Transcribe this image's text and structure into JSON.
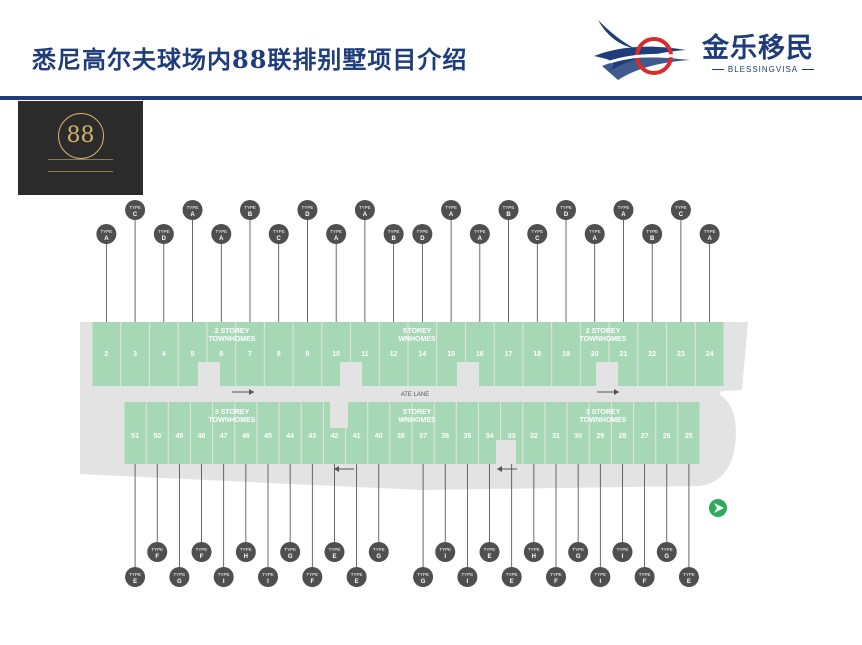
{
  "header": {
    "title": "悉尼高尔夫球场内88联排别墅项目介绍",
    "logo_cn": "金乐移民",
    "logo_en": "BLESSINGVISA"
  },
  "thumbnail": {
    "number": "88"
  },
  "site_plan": {
    "lane_label": "ATE LANE",
    "type_word": "TYPE",
    "colors": {
      "lot": "#a6d8b6",
      "road": "#e3e3e3",
      "pin": "#4f4f4f",
      "pin_text": "#ffffff",
      "lot_text": "#ffffff",
      "compass": "#2eaa5c"
    },
    "top_row": {
      "lots": [
        "2",
        "3",
        "4",
        "5",
        "6",
        "7",
        "8",
        "9",
        "10",
        "11",
        "12",
        "14",
        "15",
        "16",
        "17",
        "18",
        "19",
        "20",
        "21",
        "22",
        "23",
        "24"
      ],
      "labels": [
        {
          "line1": "2 STOREY",
          "line2": "TOWNHOMES"
        },
        {
          "line1": "STOREY",
          "line2": "WNHOMES"
        },
        {
          "line1": "2 STOREY",
          "line2": "TOWNHOMES"
        }
      ],
      "pins": [
        {
          "lot": "2",
          "type": "A",
          "tier": "low"
        },
        {
          "lot": "3",
          "type": "C",
          "tier": "high"
        },
        {
          "lot": "4",
          "type": "D",
          "tier": "low"
        },
        {
          "lot": "5",
          "type": "A",
          "tier": "high"
        },
        {
          "lot": "6",
          "type": "A",
          "tier": "low"
        },
        {
          "lot": "7",
          "type": "B",
          "tier": "high"
        },
        {
          "lot": "8",
          "type": "C",
          "tier": "low"
        },
        {
          "lot": "9",
          "type": "D",
          "tier": "high"
        },
        {
          "lot": "10",
          "type": "A",
          "tier": "low"
        },
        {
          "lot": "11",
          "type": "A",
          "tier": "high"
        },
        {
          "lot": "12",
          "type": "B",
          "tier": "low"
        },
        {
          "lot": "14",
          "type": "D",
          "tier": "low"
        },
        {
          "lot": "15",
          "type": "A",
          "tier": "high"
        },
        {
          "lot": "16",
          "type": "A",
          "tier": "low"
        },
        {
          "lot": "17",
          "type": "B",
          "tier": "high"
        },
        {
          "lot": "18",
          "type": "C",
          "tier": "low"
        },
        {
          "lot": "19",
          "type": "D",
          "tier": "high"
        },
        {
          "lot": "20",
          "type": "A",
          "tier": "low"
        },
        {
          "lot": "21",
          "type": "A",
          "tier": "high"
        },
        {
          "lot": "22",
          "type": "B",
          "tier": "low"
        },
        {
          "lot": "23",
          "type": "C",
          "tier": "high"
        },
        {
          "lot": "24",
          "type": "A",
          "tier": "low"
        }
      ]
    },
    "bottom_row": {
      "lots": [
        "51",
        "50",
        "49",
        "48",
        "47",
        "46",
        "45",
        "44",
        "43",
        "42",
        "41",
        "40",
        "38",
        "37",
        "36",
        "35",
        "34",
        "33",
        "32",
        "31",
        "30",
        "29",
        "28",
        "27",
        "26",
        "25"
      ],
      "labels": [
        {
          "line1": "3 STOREY",
          "line2": "TOWNHOMES"
        },
        {
          "line1": "STOREY",
          "line2": "WNHOMES"
        },
        {
          "line1": "3 STOREY",
          "line2": "TOWNHOMES"
        }
      ],
      "pins": [
        {
          "lot": "51",
          "type": "E",
          "tier": "low"
        },
        {
          "lot": "50",
          "type": "F",
          "tier": "high"
        },
        {
          "lot": "49",
          "type": "G",
          "tier": "low"
        },
        {
          "lot": "48",
          "type": "F",
          "tier": "high"
        },
        {
          "lot": "47",
          "type": "I",
          "tier": "low"
        },
        {
          "lot": "46",
          "type": "H",
          "tier": "high"
        },
        {
          "lot": "45",
          "type": "I",
          "tier": "low"
        },
        {
          "lot": "44",
          "type": "G",
          "tier": "high"
        },
        {
          "lot": "43",
          "type": "F",
          "tier": "low"
        },
        {
          "lot": "42",
          "type": "E",
          "tier": "high"
        },
        {
          "lot": "41",
          "type": "E",
          "tier": "low"
        },
        {
          "lot": "40",
          "type": "G",
          "tier": "high"
        },
        {
          "lot": "37",
          "type": "G",
          "tier": "low"
        },
        {
          "lot": "36",
          "type": "I",
          "tier": "high"
        },
        {
          "lot": "35",
          "type": "I",
          "tier": "low"
        },
        {
          "lot": "34",
          "type": "E",
          "tier": "high"
        },
        {
          "lot": "33",
          "type": "E",
          "tier": "low"
        },
        {
          "lot": "32",
          "type": "H",
          "tier": "high"
        },
        {
          "lot": "31",
          "type": "F",
          "tier": "low"
        },
        {
          "lot": "30",
          "type": "G",
          "tier": "high"
        },
        {
          "lot": "29",
          "type": "I",
          "tier": "low"
        },
        {
          "lot": "28",
          "type": "I",
          "tier": "high"
        },
        {
          "lot": "27",
          "type": "F",
          "tier": "low"
        },
        {
          "lot": "26",
          "type": "G",
          "tier": "high"
        },
        {
          "lot": "25",
          "type": "E",
          "tier": "low"
        }
      ]
    }
  }
}
